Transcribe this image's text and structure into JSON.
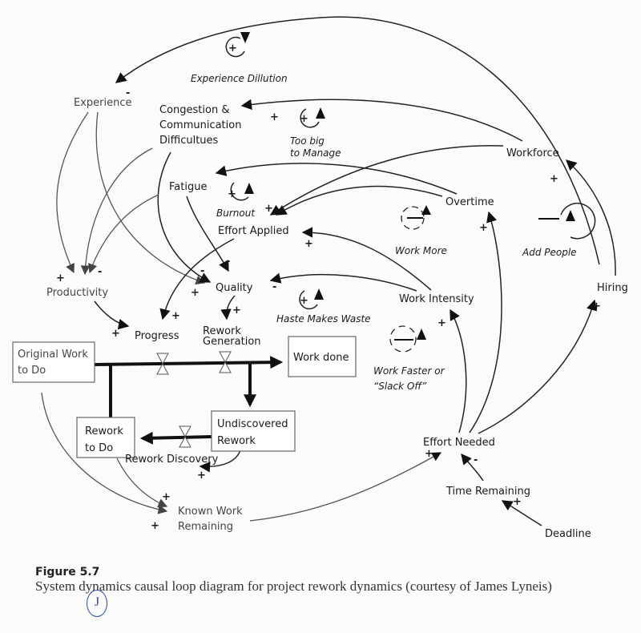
{
  "figure": {
    "title": "Figure 5.7",
    "caption": "System dynamics causal loop diagram for project rework dynamics (courtesy of James Lyneis)",
    "handwritten_mark": "J"
  },
  "variables": {
    "experience": "Experience",
    "congestion_1": "Congestion &",
    "congestion_2": "Communication",
    "congestion_3": "Difficultues",
    "workforce": "Workforce",
    "fatigue": "Fatigue",
    "overtime": "Overtime",
    "effort_applied": "Effort Applied",
    "productivity": "Productivity",
    "quality": "Quality",
    "work_intensity": "Work Intensity",
    "hiring": "Hiring",
    "progress": "Progress",
    "rework_generation_1": "Rework",
    "rework_generation_2": "Generation",
    "rework_discovery": "Rework Discovery",
    "known_work_1": "Known Work",
    "known_work_2": "Remaining",
    "effort_needed": "Effort Needed",
    "time_remaining": "Time Remaining",
    "deadline": "Deadline"
  },
  "stocks": {
    "original_work_1": "Original Work",
    "original_work_2": "to Do",
    "work_done": "Work done",
    "rework_to_do_1": "Rework",
    "rework_to_do_2": "to Do",
    "undiscovered_1": "Undiscovered",
    "undiscovered_2": "Rework"
  },
  "loops": [
    {
      "name": "Experience Dillution",
      "lines": [
        "Experience Dillution"
      ],
      "polarity": "+"
    },
    {
      "name": "Too big to Manage",
      "lines": [
        "Too big",
        "to Manage"
      ],
      "polarity": "+"
    },
    {
      "name": "Burnout",
      "lines": [
        "Burnout"
      ],
      "polarity": "+"
    },
    {
      "name": "Work More",
      "lines": [
        "Work More"
      ],
      "polarity": "—"
    },
    {
      "name": "Add People",
      "lines": [
        "Add People"
      ],
      "polarity": "—"
    },
    {
      "name": "Haste Makes Waste",
      "lines": [
        "Haste Makes Waste"
      ],
      "polarity": "+"
    },
    {
      "name": "Work Faster or Slack Off",
      "lines": [
        "Work Faster or",
        "“Slack Off”"
      ],
      "polarity": "—"
    }
  ],
  "links": [
    {
      "from": "Workforce",
      "to": "Experience",
      "polarity": "-"
    },
    {
      "from": "Workforce",
      "to": "Congestion & Communication Difficultues",
      "polarity": "+"
    },
    {
      "from": "Workforce",
      "to": "Effort Applied",
      "polarity": "+"
    },
    {
      "from": "Overtime",
      "to": "Fatigue",
      "polarity": "+"
    },
    {
      "from": "Overtime",
      "to": "Effort Applied",
      "polarity": "+"
    },
    {
      "from": "Work Intensity",
      "to": "Effort Applied",
      "polarity": "+"
    },
    {
      "from": "Work Intensity",
      "to": "Quality",
      "polarity": "-"
    },
    {
      "from": "Experience",
      "to": "Productivity",
      "polarity": "+"
    },
    {
      "from": "Experience",
      "to": "Quality",
      "polarity": "+"
    },
    {
      "from": "Congestion & Communication Difficultues",
      "to": "Productivity",
      "polarity": "-"
    },
    {
      "from": "Congestion & Communication Difficultues",
      "to": "Quality",
      "polarity": "-"
    },
    {
      "from": "Fatigue",
      "to": "Productivity",
      "polarity": "-"
    },
    {
      "from": "Fatigue",
      "to": "Quality",
      "polarity": "-"
    },
    {
      "from": "Productivity",
      "to": "Progress",
      "polarity": "+"
    },
    {
      "from": "Effort Applied",
      "to": "Progress",
      "polarity": "+"
    },
    {
      "from": "Quality",
      "to": "Rework Generation",
      "polarity": "+"
    },
    {
      "from": "Undiscovered Rework",
      "to": "Rework Discovery",
      "polarity": "+"
    },
    {
      "from": "Original Work to Do",
      "to": "Known Work Remaining",
      "polarity": "+"
    },
    {
      "from": "Rework to Do",
      "to": "Known Work Remaining",
      "polarity": "+"
    },
    {
      "from": "Known Work Remaining",
      "to": "Effort Needed",
      "polarity": "+"
    },
    {
      "from": "Time Remaining",
      "to": "Effort Needed",
      "polarity": "-"
    },
    {
      "from": "Deadline",
      "to": "Time Remaining",
      "polarity": "+"
    },
    {
      "from": "Effort Needed",
      "to": "Work Intensity",
      "polarity": "+"
    },
    {
      "from": "Effort Needed",
      "to": "Overtime",
      "polarity": "+"
    },
    {
      "from": "Effort Needed",
      "to": "Hiring",
      "polarity": "+"
    },
    {
      "from": "Hiring",
      "to": "Workforce",
      "polarity": "+"
    }
  ]
}
